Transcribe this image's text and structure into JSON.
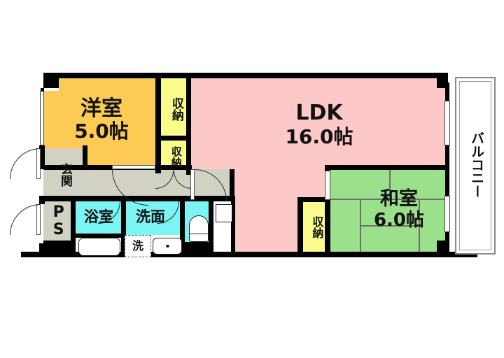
{
  "plan": {
    "type": "japanese-apartment-floorplan",
    "layout_code": "2LDK",
    "background_color": "#ffffff",
    "wall_color": "#000000",
    "palette": {
      "western_room": "#FCCB53",
      "ldk": "#FCC8C8",
      "japanese_room": "#9BE08B",
      "closet": "#FCFC8C",
      "wet_area": "#7DF4F4",
      "hallway": "#D2D2C4",
      "balcony": "#FFFFFF",
      "fixture_outline": "#222222",
      "washer_outline": "#1C6FB4"
    },
    "rooms": [
      {
        "id": "yoshitsu",
        "name": "洋室",
        "size": "5.0帖",
        "color": "#FCCB53"
      },
      {
        "id": "ldk",
        "name": "LDK",
        "size": "16.0帖",
        "color": "#FCC8C8"
      },
      {
        "id": "washitsu",
        "name": "和室",
        "size": "6.0帖",
        "color": "#9BE08B"
      },
      {
        "id": "closet_a",
        "name": "収納",
        "size": "",
        "color": "#FCFC8C"
      },
      {
        "id": "closet_b",
        "name": "収納",
        "size": "",
        "color": "#FCFC8C"
      },
      {
        "id": "closet_c",
        "name": "収納",
        "size": "",
        "color": "#FCFC8C"
      },
      {
        "id": "genkan",
        "name": "玄関",
        "size": "",
        "color": "#D2D2C4"
      },
      {
        "id": "ps",
        "name": "PS",
        "size": "",
        "color": "#D2D2C4"
      },
      {
        "id": "yokushitsu",
        "name": "浴室",
        "size": "",
        "color": "#7DF4F4"
      },
      {
        "id": "senmen",
        "name": "洗面",
        "size": "",
        "color": "#7DF4F4"
      },
      {
        "id": "toilet",
        "name": "",
        "size": "",
        "color": "#7DF4F4"
      },
      {
        "id": "balcony",
        "name": "バルコニー",
        "size": "",
        "color": "#FFFFFF"
      }
    ],
    "labels": {
      "western_room_name": "洋室",
      "western_room_size": "5.0帖",
      "ldk_name": "LDK",
      "ldk_size": "16.0帖",
      "japanese_room_name": "和室",
      "japanese_room_size": "6.0帖",
      "closet_top": "収納",
      "closet_mid": "収納",
      "closet_washitsu": "収納",
      "genkan": "玄関",
      "ps": "PS",
      "bath": "浴室",
      "washbasin": "洗面",
      "washer": "洗",
      "balcony": "バルコニー"
    },
    "fixtures": [
      {
        "id": "bathtub",
        "name": "浴槽"
      },
      {
        "id": "washing-machine",
        "name": "洗"
      },
      {
        "id": "vanity-sink",
        "name": "洗面台"
      },
      {
        "id": "toilet-bowl",
        "name": "便器"
      },
      {
        "id": "kitchen-counter",
        "name": "キッチン"
      },
      {
        "id": "refrigerator",
        "name": "冷蔵庫置場"
      }
    ]
  }
}
